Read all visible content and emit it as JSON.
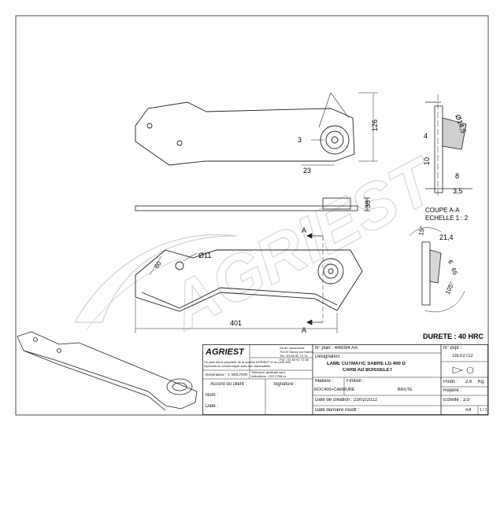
{
  "watermark": "AGRIEST",
  "dimensions": {
    "d14_5": "Ø14,5",
    "d126": "126",
    "d3": "3",
    "d23": "23",
    "d4": "4",
    "d10": "10",
    "d8": "8",
    "d3_5": "3,5",
    "d38": "38",
    "d15deg": "15°",
    "d21_4": "21,4",
    "d6": "6",
    "d105deg": "105°",
    "d11": "Ø11",
    "d60": "60",
    "d401": "401",
    "d65": "65"
  },
  "section": {
    "marker": "A",
    "title_line1": "COUPE A-A",
    "title_line2": "ECHELLE 1 : 2"
  },
  "hardness": "DURETE : 40 HRC",
  "title_block": {
    "logo": "AGRIEST",
    "address_lines": [
      "ZA de Lavoncourt",
      "70120 Savoy sur Saône",
      "Tél : 03 84 92 74 74",
      "Fax : 03 84 92 72 08"
    ],
    "property_note": [
      "Ce plan est la propriété de la société AGRIEST et ne peut être",
      "reproduit ou communiqué sans son autorisation"
    ],
    "designer_label": "Dessinateur : V. MOLITOR",
    "tolerance_lines": [
      "Tolérance générale sauf",
      "indications : ISO 2768-m"
    ],
    "client_agreement": "Accord du client :",
    "signature": "Signature :",
    "name_label": "Nom :",
    "date_label": "Date :",
    "plan_no": "N° plan : 448094 AA",
    "designation_label": "Désignation :",
    "designation_line1": "LAME CUTMATIC SABRE LG 400 D",
    "designation_line2": "CARB AD BOISSELET",
    "matiere_label": "Matière :",
    "matiere_value": "ROC400+CARBURE",
    "finition_label": "Finition :",
    "finition_value": "BRUTE",
    "created_label": "Date de création : 23/02/2022",
    "modified_label": "Date dernière modif :",
    "devis_label": "N° dvpt :",
    "devis_value": "DEV2722",
    "poids_label": "Poids :",
    "poids_value": "2,6",
    "poids_unit": "Kg",
    "repere_label": "Repère :",
    "echelle_label": "Echelle : 1/3",
    "format": "A4",
    "page": "1 / 1"
  }
}
